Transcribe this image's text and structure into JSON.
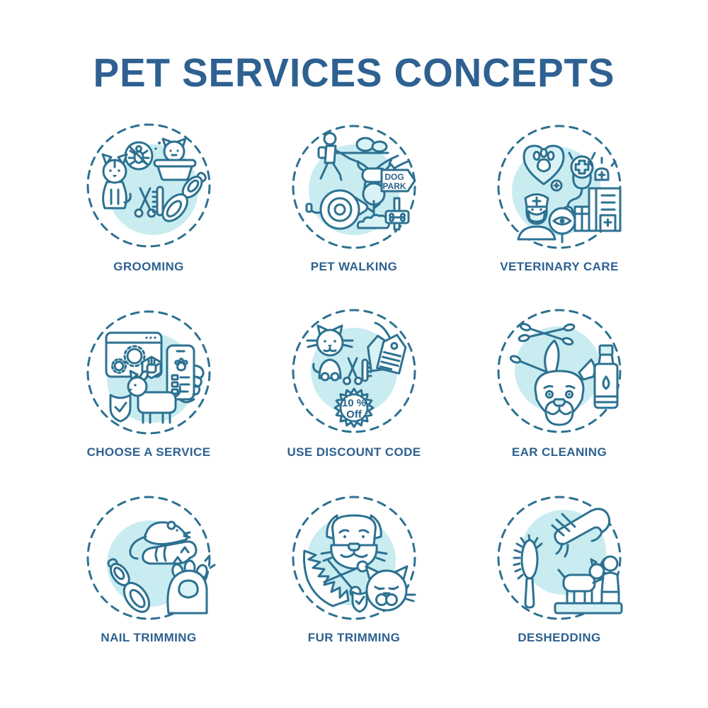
{
  "title": "PET SERVICES CONCEPTS",
  "colors": {
    "title_text": "#2e6191",
    "label_text": "#2e6191",
    "icon_line": "#2c7191",
    "icon_inner_text": "#2b6287",
    "circle_fill": "#c9ecf1",
    "light_shape_fill": "#d9f2f6",
    "background": "#ffffff"
  },
  "grid": {
    "items": [
      {
        "label": "GROOMING",
        "icon": "grooming-icon"
      },
      {
        "label": "PET WALKING",
        "icon": "pet-walking-icon",
        "sign_line1": "DOG",
        "sign_line2": "PARK"
      },
      {
        "label": "VETERINARY CARE",
        "icon": "veterinary-care-icon"
      },
      {
        "label": "CHOOSE A SERVICE",
        "icon": "choose-a-service-icon"
      },
      {
        "label": "USE DISCOUNT CODE",
        "icon": "use-discount-code-icon",
        "badge_line1": "10 %",
        "badge_line2": "Off"
      },
      {
        "label": "EAR CLEANING",
        "icon": "ear-cleaning-icon"
      },
      {
        "label": "NAIL TRIMMING",
        "icon": "nail-trimming-icon"
      },
      {
        "label": "FUR TRIMMING",
        "icon": "fur-trimming-icon"
      },
      {
        "label": "DESHEDDING",
        "icon": "deshedding-icon"
      }
    ]
  }
}
